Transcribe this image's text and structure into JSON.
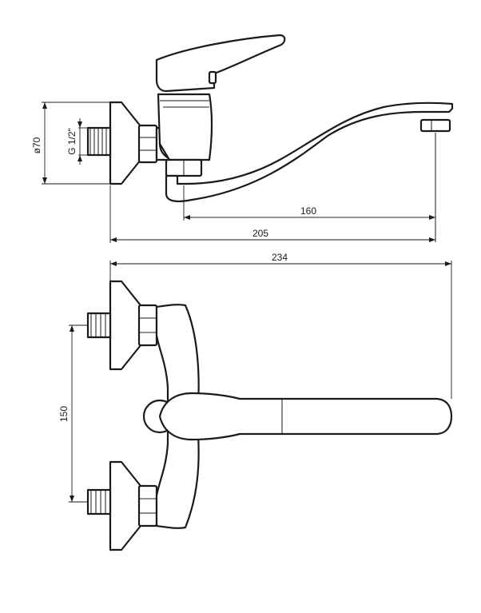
{
  "dimensions": {
    "diameter": "ø70",
    "thread": "G 1/2\"",
    "spout_reach": "160",
    "total_depth": "205",
    "total_length": "234",
    "inlet_spacing": "150"
  }
}
